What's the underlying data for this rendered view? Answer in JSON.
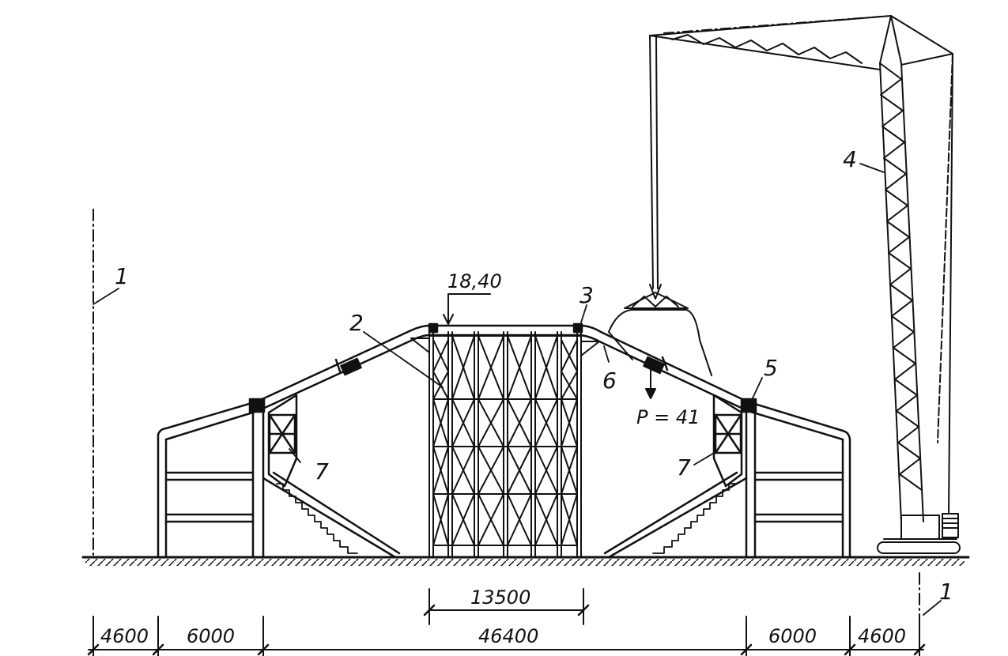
{
  "drawing": {
    "elevation_label": "18,40",
    "load_label": "P = 41",
    "callouts": {
      "axis_left": "1",
      "axis_right": "1",
      "frame_2": "2",
      "node_3": "3",
      "crane_4": "4",
      "node_5": "5",
      "segment_6": "6",
      "support_7_left": "7",
      "support_7_right": "7"
    },
    "dimensions": {
      "center_span": "13500",
      "left_outer": "4600",
      "left_inner": "6000",
      "main_span": "46400",
      "right_inner": "6000",
      "right_outer": "4600"
    }
  }
}
